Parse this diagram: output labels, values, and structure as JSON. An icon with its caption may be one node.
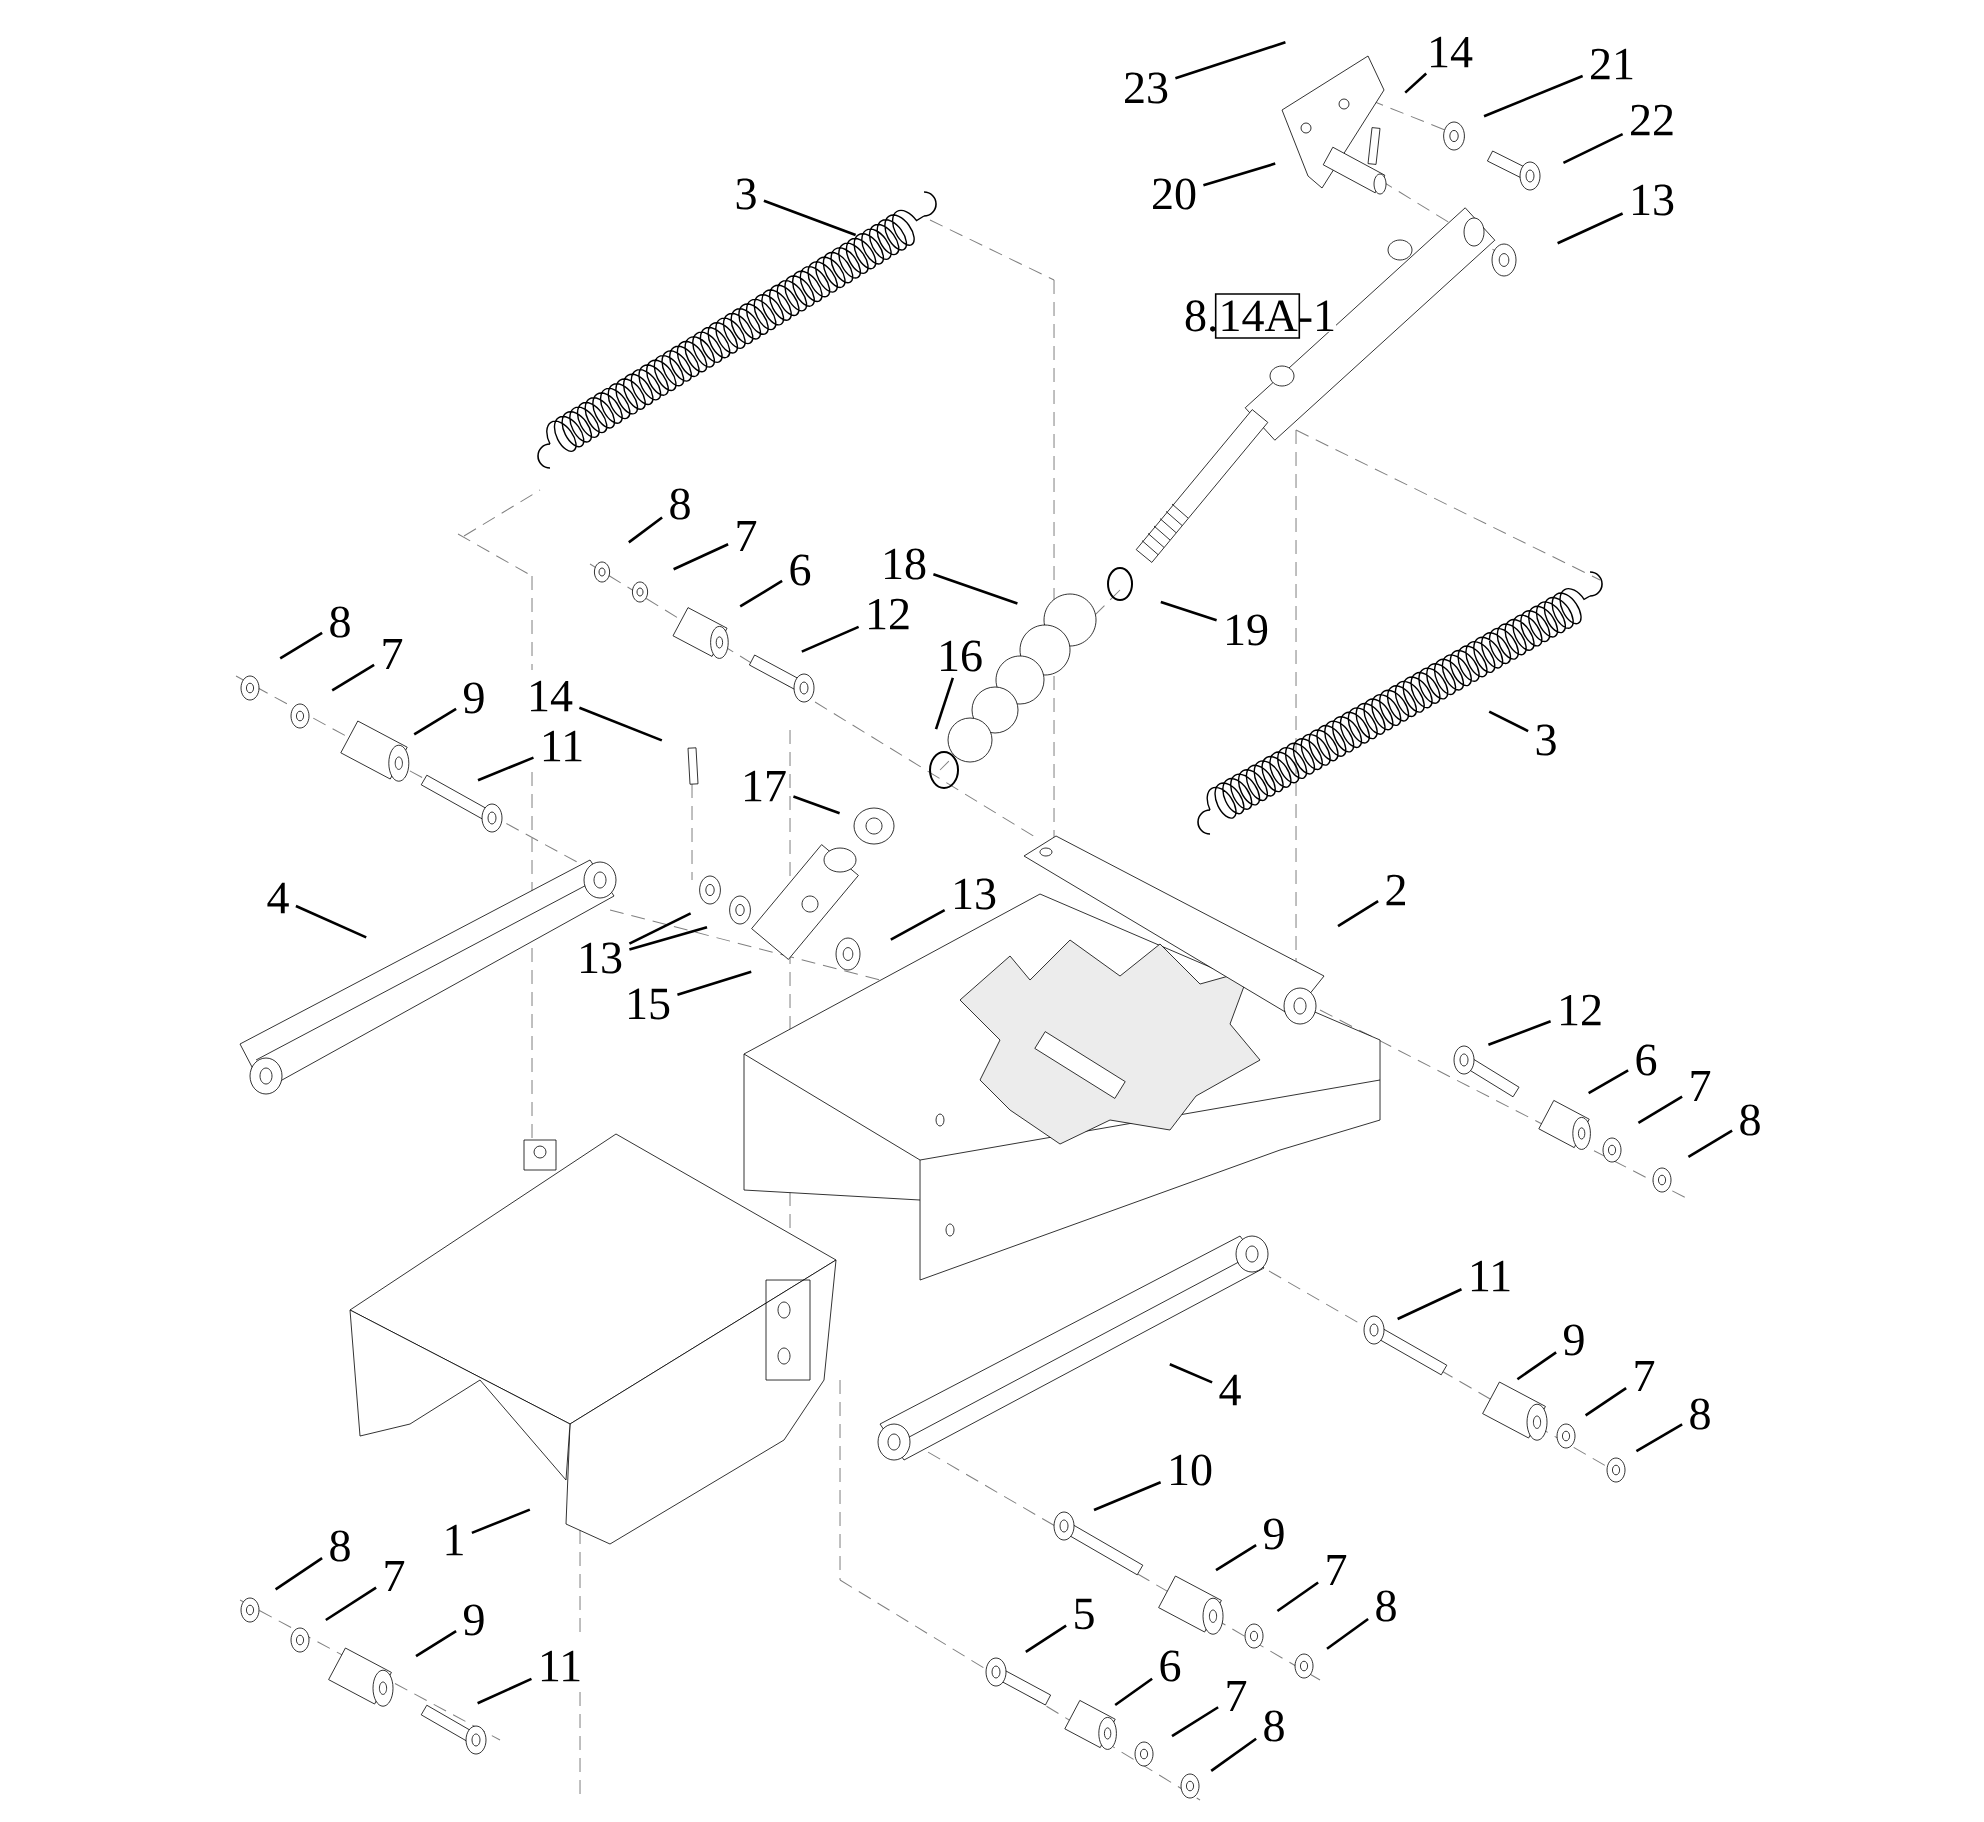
{
  "diagram": {
    "nodes": [
      {
        "text": [
          "23"
        ]
      },
      {
        "text": [
          "14"
        ]
      },
      {
        "text": [
          "21"
        ]
      },
      {
        "text": [
          "22"
        ]
      },
      {
        "text": [
          "3"
        ]
      },
      {
        "text": [
          "20"
        ]
      },
      {
        "text": [
          "13"
        ]
      },
      {
        "text": [
          "8"
        ]
      },
      {
        "text": [
          "7"
        ]
      },
      {
        "text": [
          "18"
        ]
      },
      {
        "text": [
          "6"
        ]
      },
      {
        "text": [
          "12"
        ]
      },
      {
        "text": [
          "8"
        ]
      },
      {
        "text": [
          "19"
        ]
      },
      {
        "text": [
          "16"
        ]
      },
      {
        "text": [
          "7"
        ]
      },
      {
        "text": [
          "9"
        ]
      },
      {
        "text": [
          "14"
        ]
      },
      {
        "text": [
          "3"
        ]
      },
      {
        "text": [
          "11"
        ]
      },
      {
        "text": [
          "17"
        ]
      },
      {
        "text": [
          "4"
        ]
      },
      {
        "text": [
          "2"
        ]
      },
      {
        "text": [
          "13"
        ]
      },
      {
        "text": [
          "13"
        ]
      },
      {
        "text": [
          "15"
        ]
      },
      {
        "text": [
          "12"
        ]
      },
      {
        "text": [
          "6"
        ]
      },
      {
        "text": [
          "7"
        ]
      },
      {
        "text": [
          "8"
        ]
      },
      {
        "text": [
          "11"
        ]
      },
      {
        "text": [
          "9"
        ]
      },
      {
        "text": [
          "7"
        ]
      },
      {
        "text": [
          "4"
        ]
      },
      {
        "text": [
          "8"
        ]
      },
      {
        "text": [
          "10"
        ]
      },
      {
        "text": [
          "9"
        ]
      },
      {
        "text": [
          "1"
        ]
      },
      {
        "text": [
          "8"
        ]
      },
      {
        "text": [
          "7"
        ]
      },
      {
        "text": [
          "8"
        ]
      },
      {
        "text": [
          "5"
        ]
      },
      {
        "text": [
          "9"
        ]
      },
      {
        "text": [
          "7"
        ]
      },
      {
        "text": [
          "6"
        ]
      },
      {
        "text": [
          "11"
        ]
      },
      {
        "text": [
          "7"
        ]
      },
      {
        "text": [
          "8"
        ]
      }
    ],
    "edges": [
      {
        "from": 0,
        "to": null,
        "arrow": "none"
      },
      {
        "from": 1,
        "to": null,
        "arrow": "none"
      },
      {
        "from": 2,
        "to": null,
        "arrow": "none"
      },
      {
        "from": 3,
        "to": null,
        "arrow": "none"
      },
      {
        "from": 4,
        "to": null,
        "arrow": "none"
      },
      {
        "from": 5,
        "to": null,
        "arrow": "none"
      },
      {
        "from": 6,
        "to": null,
        "arrow": "none"
      },
      {
        "from": 7,
        "to": null,
        "arrow": "none"
      },
      {
        "from": 8,
        "to": null,
        "arrow": "none"
      },
      {
        "from": 9,
        "to": null,
        "arrow": "none"
      },
      {
        "from": 10,
        "to": null,
        "arrow": "none"
      },
      {
        "from": 11,
        "to": null,
        "arrow": "none"
      },
      {
        "from": 12,
        "to": null,
        "arrow": "none"
      },
      {
        "from": 13,
        "to": null,
        "arrow": "none"
      },
      {
        "from": 14,
        "to": null,
        "arrow": "none"
      },
      {
        "from": 15,
        "to": null,
        "arrow": "none"
      },
      {
        "from": 16,
        "to": null,
        "arrow": "none"
      },
      {
        "from": 17,
        "to": null,
        "arrow": "none"
      },
      {
        "from": 18,
        "to": null,
        "arrow": "none"
      },
      {
        "from": 19,
        "to": null,
        "arrow": "none"
      },
      {
        "from": 20,
        "to": null,
        "arrow": "none"
      },
      {
        "from": 21,
        "to": null,
        "arrow": "none"
      },
      {
        "from": 22,
        "to": null,
        "arrow": "none"
      },
      {
        "from": 23,
        "to": null,
        "arrow": "none"
      },
      {
        "from": 24,
        "to": null,
        "arrow": "none"
      },
      {
        "from": 24,
        "to": null,
        "arrow": "none"
      },
      {
        "from": 25,
        "to": null,
        "arrow": "none"
      },
      {
        "from": 26,
        "to": null,
        "arrow": "none"
      },
      {
        "from": 27,
        "to": null,
        "arrow": "none"
      },
      {
        "from": 28,
        "to": null,
        "arrow": "none"
      },
      {
        "from": 29,
        "to": null,
        "arrow": "none"
      },
      {
        "from": 30,
        "to": null,
        "arrow": "none"
      },
      {
        "from": 31,
        "to": null,
        "arrow": "none"
      },
      {
        "from": 32,
        "to": null,
        "arrow": "none"
      },
      {
        "from": 33,
        "to": null,
        "arrow": "none"
      },
      {
        "from": 34,
        "to": null,
        "arrow": "none"
      },
      {
        "from": 35,
        "to": null,
        "arrow": "none"
      },
      {
        "from": 36,
        "to": null,
        "arrow": "none"
      },
      {
        "from": 37,
        "to": null,
        "arrow": "none"
      },
      {
        "from": 38,
        "to": null,
        "arrow": "none"
      },
      {
        "from": 39,
        "to": null,
        "arrow": "none"
      },
      {
        "from": 40,
        "to": null,
        "arrow": "none"
      },
      {
        "from": 41,
        "to": null,
        "arrow": "none"
      },
      {
        "from": 42,
        "to": null,
        "arrow": "none"
      },
      {
        "from": 43,
        "to": null,
        "arrow": "none"
      },
      {
        "from": 44,
        "to": null,
        "arrow": "none"
      },
      {
        "from": 45,
        "to": null,
        "arrow": "none"
      },
      {
        "from": 46,
        "to": null,
        "arrow": "none"
      },
      {
        "from": 47,
        "to": null,
        "arrow": "none"
      }
    ],
    "labels": [
      "8.14A-1"
    ]
  }
}
